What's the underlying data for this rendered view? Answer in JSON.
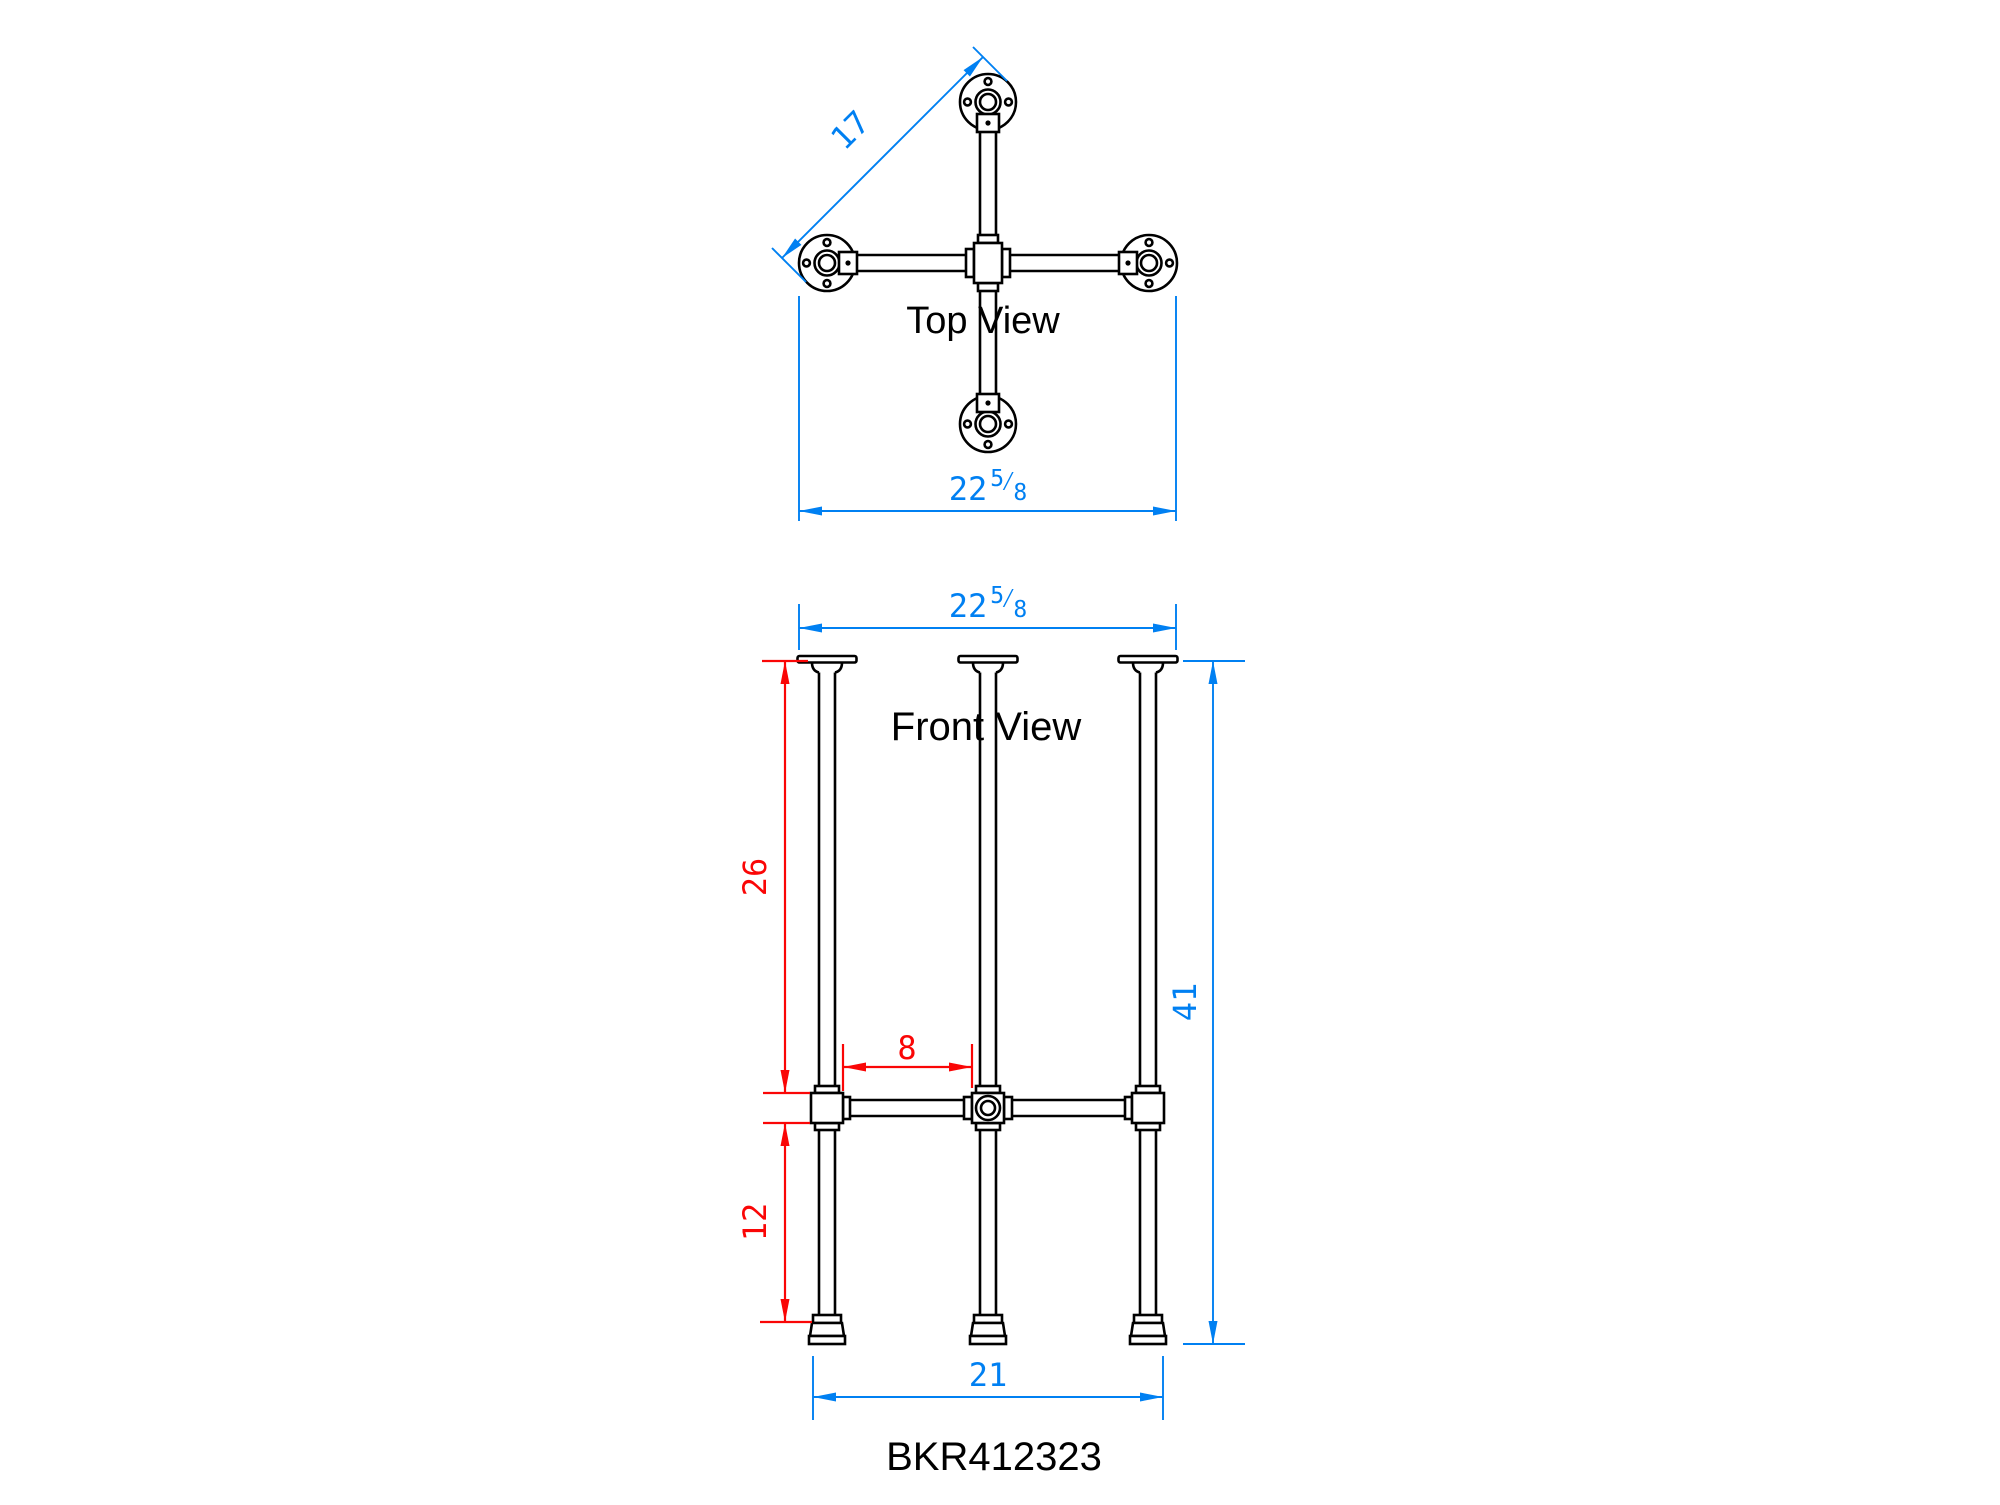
{
  "document": {
    "type": "technical-drawing",
    "part_number": "BKR412323"
  },
  "colors": {
    "object": "#000000",
    "dim_blue": "#0080f2",
    "dim_red": "#fa0606"
  },
  "views": {
    "top": {
      "label": "Top View"
    },
    "front": {
      "label": "Front View"
    }
  },
  "dimensions": {
    "diagonal_flange_span": "17",
    "top_overall_width": {
      "whole": "22",
      "numerator": "5",
      "denominator": "8"
    },
    "front_overall_width": {
      "whole": "22",
      "numerator": "5",
      "denominator": "8"
    },
    "leg_upper_length": "26",
    "stretcher_clear_span": "8",
    "leg_lower_length": "12",
    "overall_height": "41",
    "foot_outer_span": "21"
  }
}
